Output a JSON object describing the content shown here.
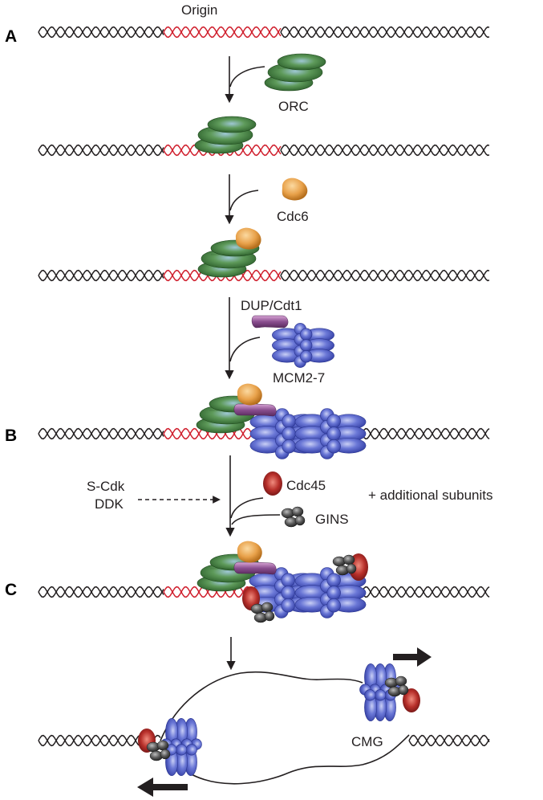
{
  "panels": {
    "a": "A",
    "b": "B",
    "c": "C"
  },
  "labels": {
    "origin": "Origin",
    "orc": "ORC",
    "cdc6": "Cdc6",
    "dup_cdt1": "DUP/Cdt1",
    "mcm": "MCM2-7",
    "s_cdk": "S-Cdk",
    "ddk": "DDK",
    "cdc45": "Cdc45",
    "additional": "+ additional subunits",
    "gins": "GINS",
    "cmg": "CMG"
  },
  "colors": {
    "dna": "#231f20",
    "origin_dna": "#d0202e",
    "orc": "#3f7a3c",
    "cdc6": "#e8a14a",
    "cdt1": "#8a4e8f",
    "mcm": "#4e5bc4",
    "cdc45": "#9c2222",
    "gins": "#4d4d4d"
  }
}
